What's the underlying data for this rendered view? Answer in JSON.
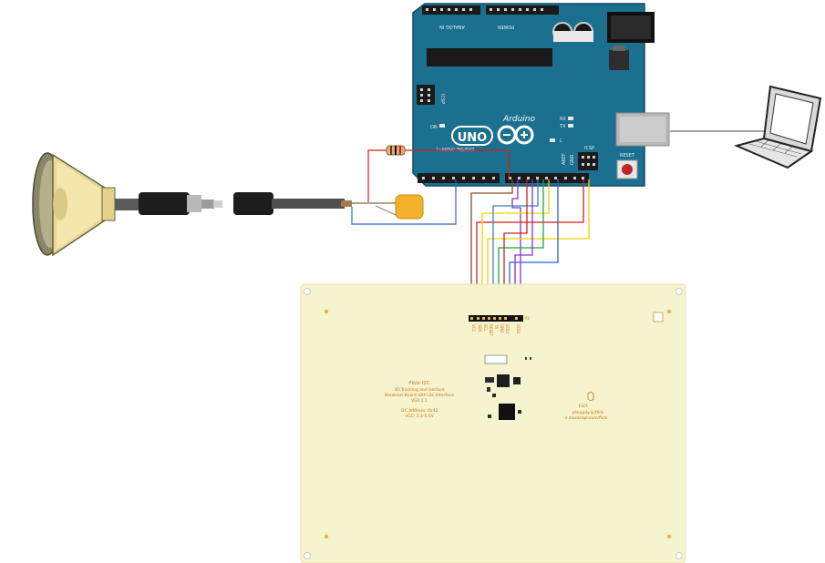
{
  "arduino": {
    "label_analog_in": "ANALOG IN",
    "label_power": "POWER",
    "label_icsp_left": "ICSP",
    "label_icsp_right": "ICSP",
    "label_on": "ON",
    "label_tx": "TX",
    "label_rx": "RX",
    "label_l": "L",
    "label_uno": "UNO",
    "label_brand": "Arduino",
    "label_digital": "DIGITAL (PWM~)",
    "label_reset": "RESET",
    "label_aref": "AREF",
    "label_gnd": "GND",
    "board_color": "#1b6f8f"
  },
  "flick": {
    "title": "Flick I2C",
    "subtitle_1": "3D Tracking and Gesture",
    "subtitle_2": "Breakout Board with I2C Interface",
    "version": "VER 1.1",
    "i2c_address": "I2C Address: 0x42",
    "vcc": "VCC: 3.3-5.5V",
    "logo_text": "Flick",
    "url_1": "pisupply.ly/flick",
    "url_2": "x.mockrepl.com/flick",
    "header_ref": "P2",
    "pin_labels": [
      "VCC",
      "SDA",
      "SCL",
      "RESET",
      "TS",
      "GND",
      "LED1",
      "LED2"
    ],
    "board_color": "#f6f3cf"
  },
  "wire_colors": {
    "brown": "#8a4a1e",
    "red": "#d11f1f",
    "yellow": "#f2d100",
    "green": "#1ea83a",
    "blue": "#2a64d6",
    "purple": "#8a34c9",
    "lightblue": "#3b7fc4",
    "gray": "#8a8a8a"
  }
}
